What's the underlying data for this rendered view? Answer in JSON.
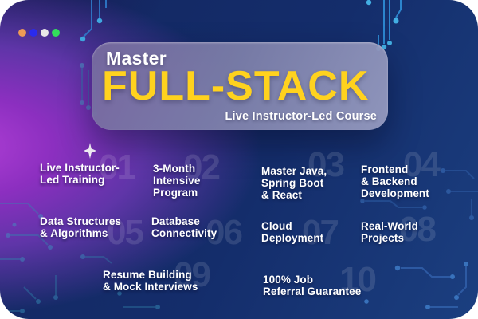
{
  "window": {
    "dots": [
      {
        "name": "orange",
        "color": "#ED9A55"
      },
      {
        "name": "blue",
        "color": "#2A2AEE"
      },
      {
        "name": "white",
        "color": "#E8E8E8"
      },
      {
        "name": "green",
        "color": "#33DF5C"
      }
    ]
  },
  "hero": {
    "kicker": "Master",
    "title": "FULL-STACK",
    "subtitle": "Live Instructor-Led Course"
  },
  "features": [
    {
      "number": "01",
      "lines": [
        "Live Instructor-",
        "Led Training"
      ]
    },
    {
      "number": "02",
      "lines": [
        "3-Month",
        "Intensive",
        "Program"
      ]
    },
    {
      "number": "03",
      "lines": [
        "Master Java,",
        "Spring Boot",
        "& React"
      ]
    },
    {
      "number": "04",
      "lines": [
        "Frontend",
        "& Backend",
        "Development"
      ]
    },
    {
      "number": "05",
      "lines": [
        "Data Structures",
        "& Algorithms"
      ]
    },
    {
      "number": "06",
      "lines": [
        "Database",
        "Connectivity"
      ]
    },
    {
      "number": "07",
      "lines": [
        "Cloud",
        "Deployment"
      ]
    },
    {
      "number": "08",
      "lines": [
        "Real-World",
        "Projects"
      ]
    },
    {
      "number": "09",
      "lines": [
        "Resume Building",
        "& Mock Interviews"
      ]
    },
    {
      "number": "10",
      "lines": [
        "100% Job",
        "Referral Guarantee"
      ]
    }
  ],
  "colors": {
    "accent_yellow": "#FFD21E",
    "background_purple": "#8C2FC0",
    "background_blue": "#142D6B",
    "text_white": "#FFFFFF"
  }
}
